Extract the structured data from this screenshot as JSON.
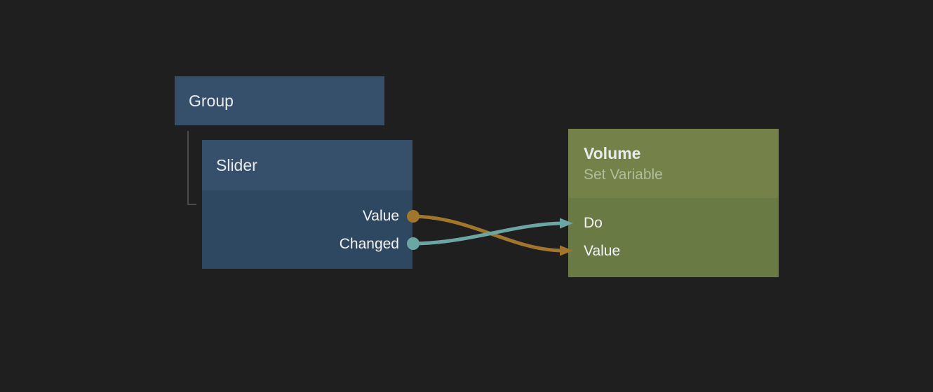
{
  "colors": {
    "background": "#1f1f1f",
    "node_blue_header": "#36506b",
    "node_blue_body": "#2e4862",
    "node_green_header": "#74824a",
    "node_green_body": "#6a7a45",
    "wire_orange": "#a1752b",
    "wire_teal": "#6ba6a4",
    "connector_gray": "#4b4b49",
    "title_text": "#e9eaec",
    "subtitle_text": "#b2bc9e"
  },
  "group": {
    "label": "Group"
  },
  "nodes": [
    {
      "id": "slider",
      "title": "Slider",
      "outputs": [
        {
          "label": "Value",
          "color": "#a1752b"
        },
        {
          "label": "Changed",
          "color": "#6ba6a4"
        }
      ]
    },
    {
      "id": "volume",
      "title": "Volume",
      "subtitle": "Set Variable",
      "inputs": [
        {
          "label": "Do",
          "color": "#6ba6a4"
        },
        {
          "label": "Value",
          "color": "#a1752b"
        }
      ]
    }
  ],
  "wires": [
    {
      "from_node": "Slider",
      "from_port": "Value",
      "to_node": "Volume",
      "to_port": "Value",
      "color": "#a1752b"
    },
    {
      "from_node": "Slider",
      "from_port": "Changed",
      "to_node": "Volume",
      "to_port": "Do",
      "color": "#6ba6a4"
    }
  ]
}
